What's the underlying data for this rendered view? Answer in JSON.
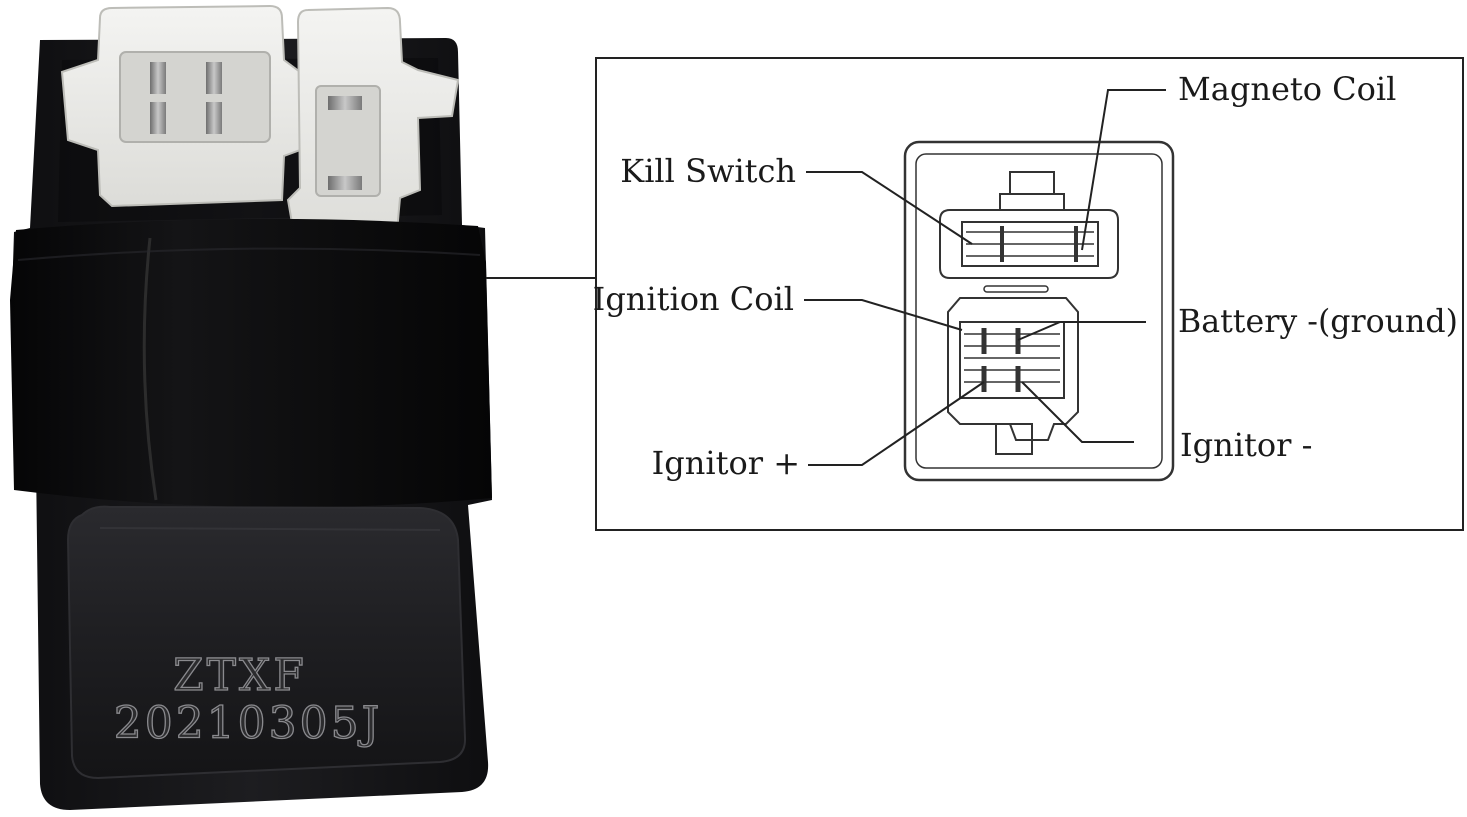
{
  "product": {
    "brand_mark": "ZTXF",
    "date_code": "20210305J"
  },
  "diagram": {
    "labels": {
      "magneto_coil": "Magneto Coil",
      "kill_switch": "Kill Switch",
      "ignition_coil": "Ignition Coil",
      "battery_ground": "Battery -(ground)",
      "ignitor_plus": "Ignitor +",
      "ignitor_minus": "Ignitor -"
    }
  },
  "colors": {
    "housing": "#141416",
    "rubber_band": "#0b0b0c",
    "potting": "#1f1f22",
    "connector": "#eeeeec",
    "pins": "#9a9a9a",
    "line_art": "#333333"
  }
}
